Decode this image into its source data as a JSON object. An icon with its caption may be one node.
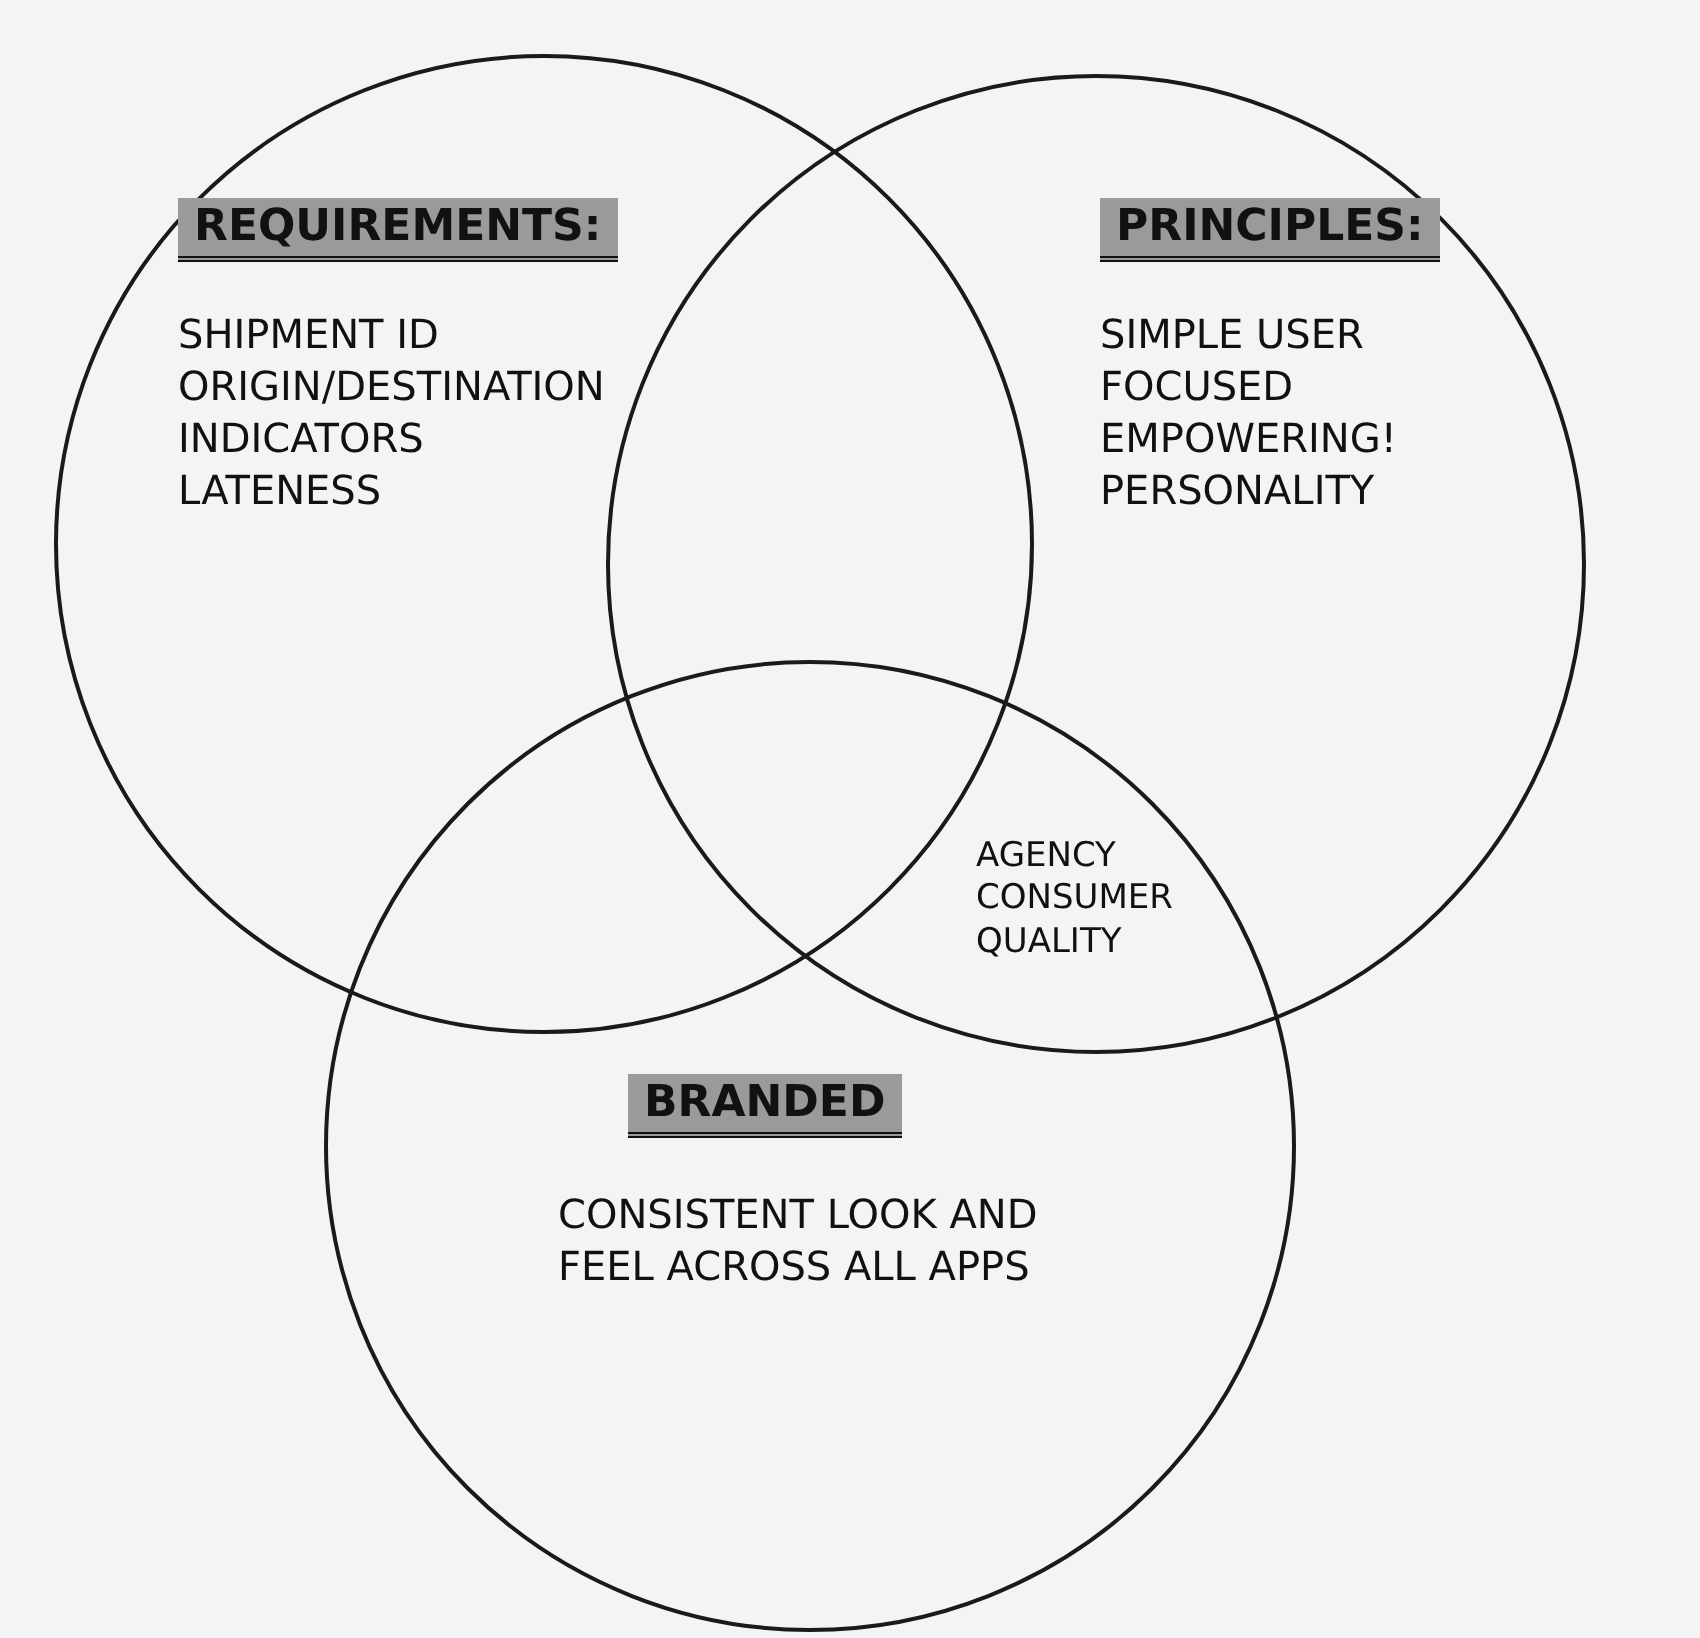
{
  "diagram": {
    "nodes": [
      {
        "text": [
          "REQUIREMENTS:",
          "SHIPMENT ID ORIGIN/DESTINATION INDICATORS LATENESS"
        ]
      },
      {
        "text": [
          "PRINCIPLES:",
          "SIMPLE USER FOCUSED EMPOWERING! PERSONALITY"
        ]
      },
      {
        "text": [
          "BRANDED",
          "CONSISTENT LOOK AND FEEL ACROSS ALL APPS"
        ]
      }
    ],
    "labels": [
      "AGENCY CONSUMER QUALITY"
    ]
  }
}
